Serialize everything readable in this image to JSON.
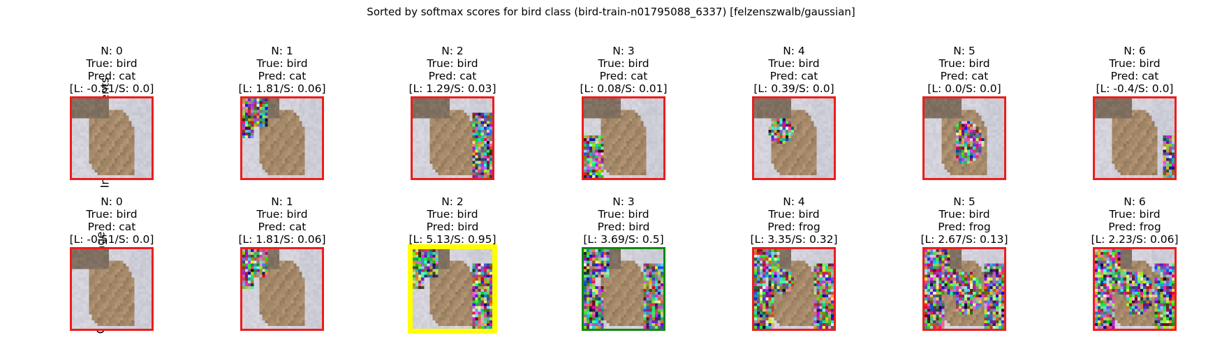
{
  "title": "Sorted by softmax scores for bird class (bird-train-n01795088_6337) [felzenszwalb/gaussian]",
  "colors": {
    "red": "#ee1c1c",
    "yellow": "#ffff00",
    "green": "#118811"
  },
  "rows": [
    {
      "label": "Indvidual Segments",
      "cells": [
        {
          "n": "N: 0",
          "true_label": "True: bird",
          "pred_label": "Pred: cat",
          "scores": "[L: -0.51/S: 0.0]",
          "border": "red",
          "noise_region": "none"
        },
        {
          "n": "N: 1",
          "true_label": "True: bird",
          "pred_label": "Pred: cat",
          "scores": "[L: 1.81/S: 0.06]",
          "border": "red",
          "noise_region": "top-left"
        },
        {
          "n": "N: 2",
          "true_label": "True: bird",
          "pred_label": "Pred: cat",
          "scores": "[L: 1.29/S: 0.03]",
          "border": "red",
          "noise_region": "right"
        },
        {
          "n": "N: 3",
          "true_label": "True: bird",
          "pred_label": "Pred: cat",
          "scores": "[L: 0.08/S: 0.01]",
          "border": "red",
          "noise_region": "bottom-left"
        },
        {
          "n": "N: 4",
          "true_label": "True: bird",
          "pred_label": "Pred: cat",
          "scores": "[L: 0.39/S: 0.0]",
          "border": "red",
          "noise_region": "center"
        },
        {
          "n": "N: 5",
          "true_label": "True: bird",
          "pred_label": "Pred: cat",
          "scores": "[L: 0.0/S: 0.0]",
          "border": "red",
          "noise_region": "body"
        },
        {
          "n": "N: 6",
          "true_label": "True: bird",
          "pred_label": "Pred: cat",
          "scores": "[L: -0.4/S: 0.0]",
          "border": "red",
          "noise_region": "right-edge"
        }
      ]
    },
    {
      "label": "Cumulative Image",
      "cells": [
        {
          "n": "N: 0",
          "true_label": "True: bird",
          "pred_label": "Pred: cat",
          "scores": "[L: -0.51/S: 0.0]",
          "border": "red",
          "noise_level": 0
        },
        {
          "n": "N: 1",
          "true_label": "True: bird",
          "pred_label": "Pred: cat",
          "scores": "[L: 1.81/S: 0.06]",
          "border": "red",
          "noise_level": 1
        },
        {
          "n": "N: 2",
          "true_label": "True: bird",
          "pred_label": "Pred: bird",
          "scores": "[L: 5.13/S: 0.95]",
          "border": "yellow",
          "noise_level": 2
        },
        {
          "n": "N: 3",
          "true_label": "True: bird",
          "pred_label": "Pred: bird",
          "scores": "[L: 3.69/S: 0.5]",
          "border": "green",
          "noise_level": 3
        },
        {
          "n": "N: 4",
          "true_label": "True: bird",
          "pred_label": "Pred: frog",
          "scores": "[L: 3.35/S: 0.32]",
          "border": "red",
          "noise_level": 4
        },
        {
          "n": "N: 5",
          "true_label": "True: bird",
          "pred_label": "Pred: frog",
          "scores": "[L: 2.67/S: 0.13]",
          "border": "red",
          "noise_level": 5
        },
        {
          "n": "N: 6",
          "true_label": "True: bird",
          "pred_label": "Pred: frog",
          "scores": "[L: 2.23/S: 0.06]",
          "border": "red",
          "noise_level": 6
        }
      ]
    }
  ]
}
